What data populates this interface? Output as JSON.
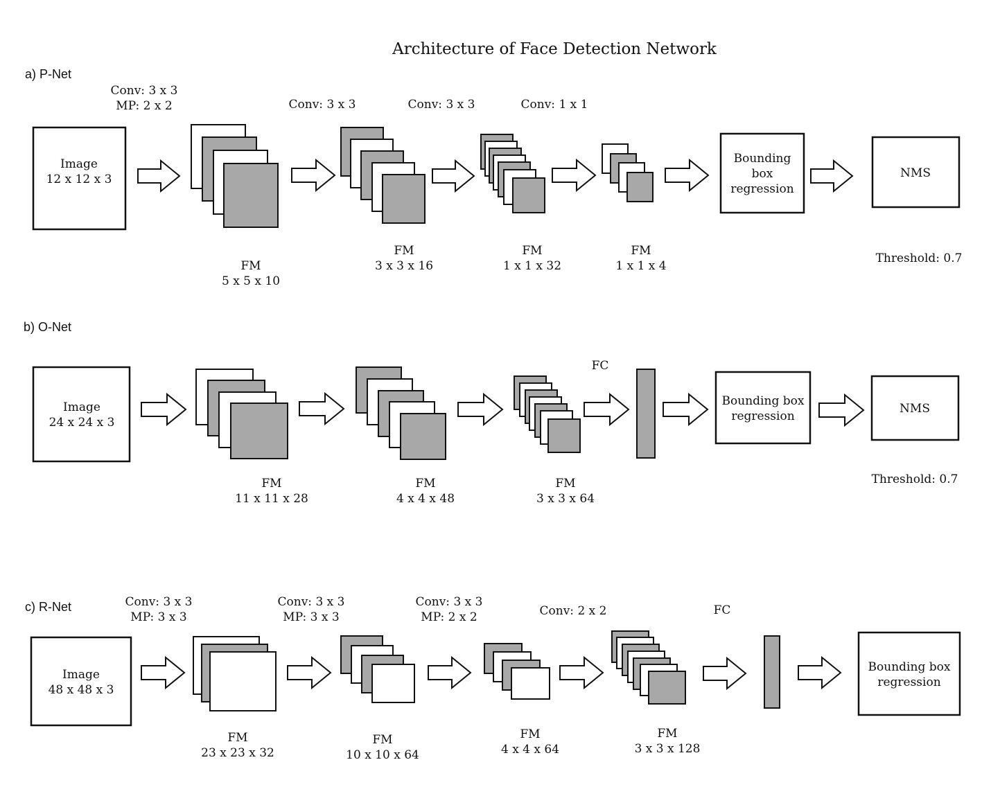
{
  "title": "Architecture of Face Detection Network",
  "sections": {
    "pnet": {
      "label": "a) P-Net",
      "input": {
        "line1": "Image",
        "line2": "12 x 12 x 3"
      },
      "ops": [
        {
          "line1": "Conv: 3 x 3",
          "line2": "MP: 2 x 2"
        },
        {
          "line1": "Conv: 3 x 3",
          "line2": ""
        },
        {
          "line1": "Conv: 3 x 3",
          "line2": ""
        },
        {
          "line1": "Conv: 1 x 1",
          "line2": ""
        }
      ],
      "feature_maps": [
        {
          "line1": "FM",
          "line2": "5 x 5 x 10"
        },
        {
          "line1": "FM",
          "line2": "3 x 3 x 16"
        },
        {
          "line1": "FM",
          "line2": "1 x 1 x 32"
        },
        {
          "line1": "FM",
          "line2": "1 x 1 x 4"
        }
      ],
      "bbox": {
        "line1": "Bounding",
        "line2": "box",
        "line3": "regression"
      },
      "nms": "NMS",
      "threshold": "Threshold: 0.7"
    },
    "onet": {
      "label": "b) O-Net",
      "input": {
        "line1": "Image",
        "line2": "24 x 24 x 3"
      },
      "fc": "FC",
      "feature_maps": [
        {
          "line1": "FM",
          "line2": "11 x 11 x 28"
        },
        {
          "line1": "FM",
          "line2": "4 x 4 x 48"
        },
        {
          "line1": "FM",
          "line2": "3 x 3 x 64"
        }
      ],
      "bbox": {
        "line1": "Bounding box",
        "line2": "regression"
      },
      "nms": "NMS",
      "threshold": "Threshold: 0.7"
    },
    "rnet": {
      "label": "c) R-Net",
      "input": {
        "line1": "Image",
        "line2": "48 x 48 x 3"
      },
      "ops": [
        {
          "line1": "Conv: 3 x 3",
          "line2": "MP: 3 x 3"
        },
        {
          "line1": "Conv: 3 x 3",
          "line2": "MP: 3 x 3"
        },
        {
          "line1": "Conv: 3 x 3",
          "line2": "MP: 2 x 2"
        },
        {
          "line1": "Conv: 2 x 2",
          "line2": ""
        }
      ],
      "fc": "FC",
      "feature_maps": [
        {
          "line1": "FM",
          "line2": "23 x 23 x 32"
        },
        {
          "line1": "FM",
          "line2": "10 x 10 x 64"
        },
        {
          "line1": "FM",
          "line2": "4 x 4 x 64"
        },
        {
          "line1": "FM",
          "line2": "3 x 3 x 128"
        }
      ],
      "bbox": {
        "line1": "Bounding box",
        "line2": "regression"
      }
    }
  }
}
